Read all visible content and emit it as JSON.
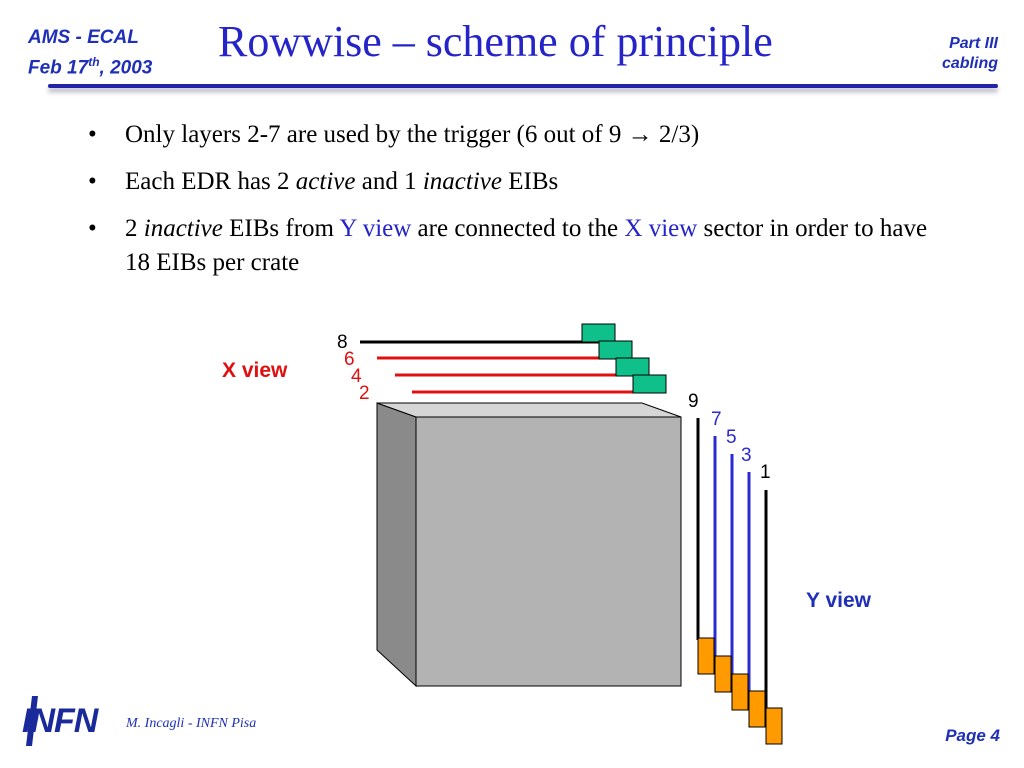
{
  "header": {
    "left_line1": "AMS - ECAL",
    "left_line2_pre": "Feb 17",
    "left_line2_sup": "th",
    "left_line2_post": ", 2003",
    "title": "Rowwise – scheme of principle",
    "right_line1": "Part III",
    "right_line2": "cabling"
  },
  "bullets": [
    {
      "text": "Only layers 2-7 are used by the trigger (6 out of 9 → 2/3)"
    },
    {
      "pre": "Each EDR has 2 ",
      "active": "active",
      "mid": " and 1 ",
      "inactive": "inactive",
      "post": " EIBs"
    },
    {
      "pre": "2 ",
      "inactive": "inactive",
      "mid1": " EIBs from ",
      "yview": "Y view",
      "mid2": " are connected to the ",
      "xview": "X view",
      "post": " sector in order to have 18 EIBs per crate"
    }
  ],
  "diagram": {
    "x_view_label": "X view",
    "y_view_label": "Y view",
    "x_layers": [
      "8",
      "6",
      "4",
      "2"
    ],
    "y_layers": [
      "9",
      "7",
      "5",
      "3",
      "1"
    ],
    "colors": {
      "black_line": "#000000",
      "red_line": "#e01010",
      "blue_line": "#2a2ad0",
      "green_box": "#10c08a",
      "orange_box": "#ff9a00",
      "cube_front": "#b3b3b3",
      "cube_side": "#8a8a8a",
      "cube_top": "#d6d6d6",
      "x_label_color": "#e01010",
      "y_label_color": "#1f2fb8"
    }
  },
  "footer": {
    "logo_text": "INFN",
    "author": "M. Incagli - INFN Pisa",
    "page": "Page 4"
  }
}
